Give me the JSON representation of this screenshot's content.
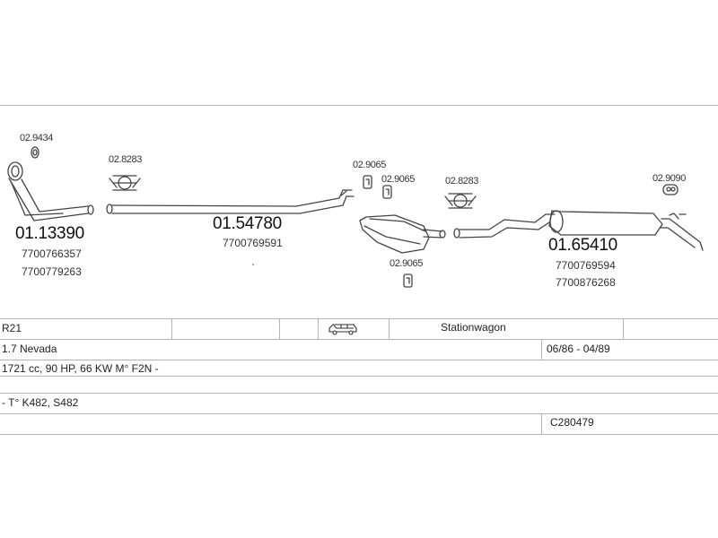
{
  "diagram": {
    "parts": [
      {
        "number": "01.13390",
        "oem": [
          "7700766357",
          "7700779263"
        ]
      },
      {
        "number": "01.54780",
        "oem": [
          "7700769591"
        ]
      },
      {
        "number": "01.65410",
        "oem": [
          "7700769594",
          "7700876268"
        ]
      }
    ],
    "accessories": [
      "02.9434",
      "02.8283",
      "02.9065",
      "02.9065",
      "02.8283",
      "02.9090",
      "02.9065"
    ]
  },
  "vehicle": {
    "model": "R21",
    "body_type": "Stationwagon",
    "engine_name": "1.7 Nevada",
    "production_period": "06/86 - 04/89",
    "engine_spec": "1721 cc, 90 HP, 66 KW M° F2N -",
    "gearbox": "- T° K482, S482",
    "catalog_code": "C280479"
  },
  "icons": {
    "vehicle": "station-wagon-icon",
    "clamp": "clamp-icon",
    "hanger": "rubber-hanger-icon",
    "gasket": "gasket-ring-icon"
  },
  "colors": {
    "line": "#b5b5b5",
    "part": "#444444",
    "text": "#222222"
  }
}
